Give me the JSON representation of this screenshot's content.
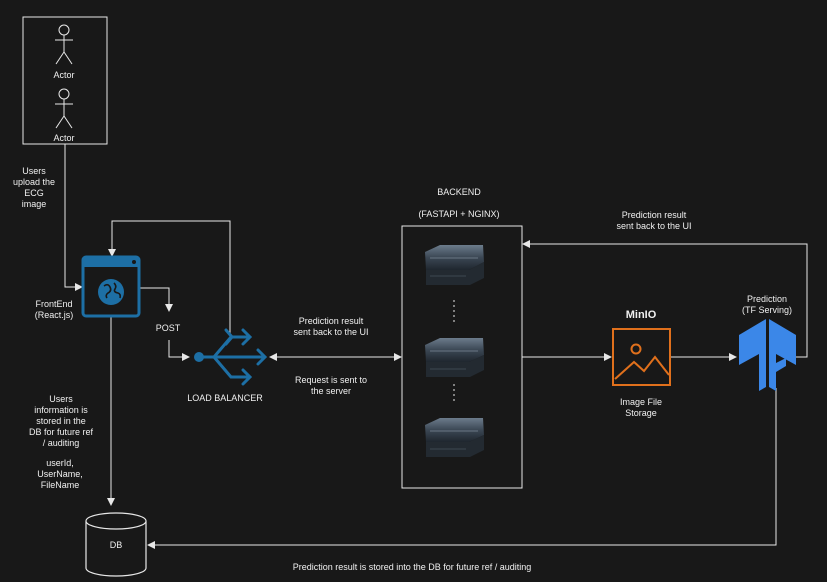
{
  "actors": [
    {
      "label": "Actor"
    },
    {
      "label": "Actor"
    }
  ],
  "labels": {
    "upload_note": "Users\nupload the\nECG\nimage",
    "frontend": "FrontEnd\n(React.js)",
    "post": "POST",
    "users_info": "Users\ninformation is\nstored in the\nDB for future ref\n/ auditing",
    "fields": "userId,\nUserName,\nFileName",
    "load_balancer": "LOAD BALANCER",
    "prediction_result_lb": "Prediction result\nsent back to the UI",
    "request_sent": "Request is sent to\nthe  server",
    "backend_title": "BACKEND",
    "backend_sub": "(FASTAPI + NGINX)",
    "minio_title": "MinIO",
    "image_storage": "Image File\nStorage",
    "prediction_top": "Prediction result\nsent back to the UI",
    "tf_serving": "Prediction\n(TF Serving)",
    "db": "DB",
    "db_bottom": "Prediction result is stored into the DB for future ref / auditing"
  },
  "colors": {
    "background": "#181818",
    "line": "#e8e8e8",
    "frontend_icon": "#1d6fa5",
    "load_balancer": "#1d6fa5",
    "minio": "#e0701c",
    "tensorflow": "#3b87e8"
  },
  "icons": {
    "frontend": "browser-globe-icon",
    "load_balancer": "load-balancer-icon",
    "server": "server-rack-icon",
    "minio": "image-icon",
    "tf": "tensorflow-icon",
    "db": "database-cylinder-icon",
    "actor": "stick-figure-icon"
  }
}
